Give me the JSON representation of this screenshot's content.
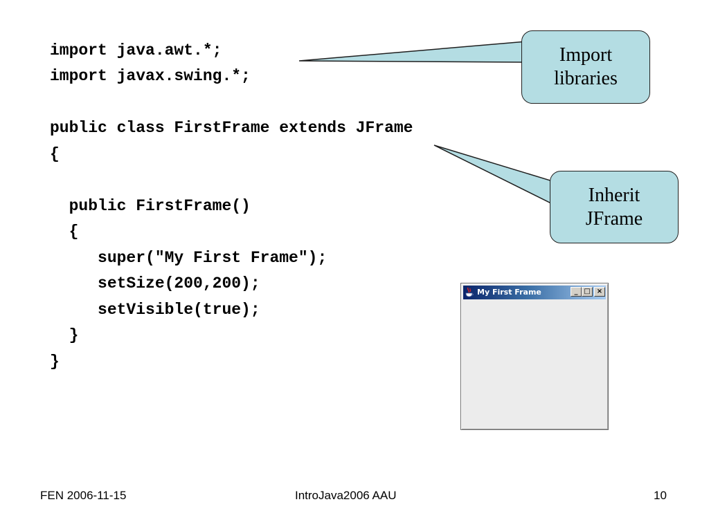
{
  "code": {
    "lines": [
      "import java.awt.*;",
      "import javax.swing.*;",
      "",
      "public class FirstFrame extends JFrame",
      "{",
      "",
      "  public FirstFrame()",
      "  {",
      "     super(\"My First Frame\");",
      "     setSize(200,200);",
      "     setVisible(true);",
      "  }",
      "}"
    ]
  },
  "callouts": {
    "import_text": "Import\nlibraries",
    "inherit_text": "Inherit\nJFrame",
    "fill_color": "#b4dde3"
  },
  "mini_window": {
    "title": "My First Frame",
    "icon": "java-coffee-icon",
    "minimize_glyph": "_",
    "maximize_glyph": "□",
    "close_glyph": "×",
    "content_color": "#ececec"
  },
  "footer": {
    "left": "FEN 2006-11-15",
    "center": "IntroJava2006 AAU",
    "page_number": "10"
  }
}
